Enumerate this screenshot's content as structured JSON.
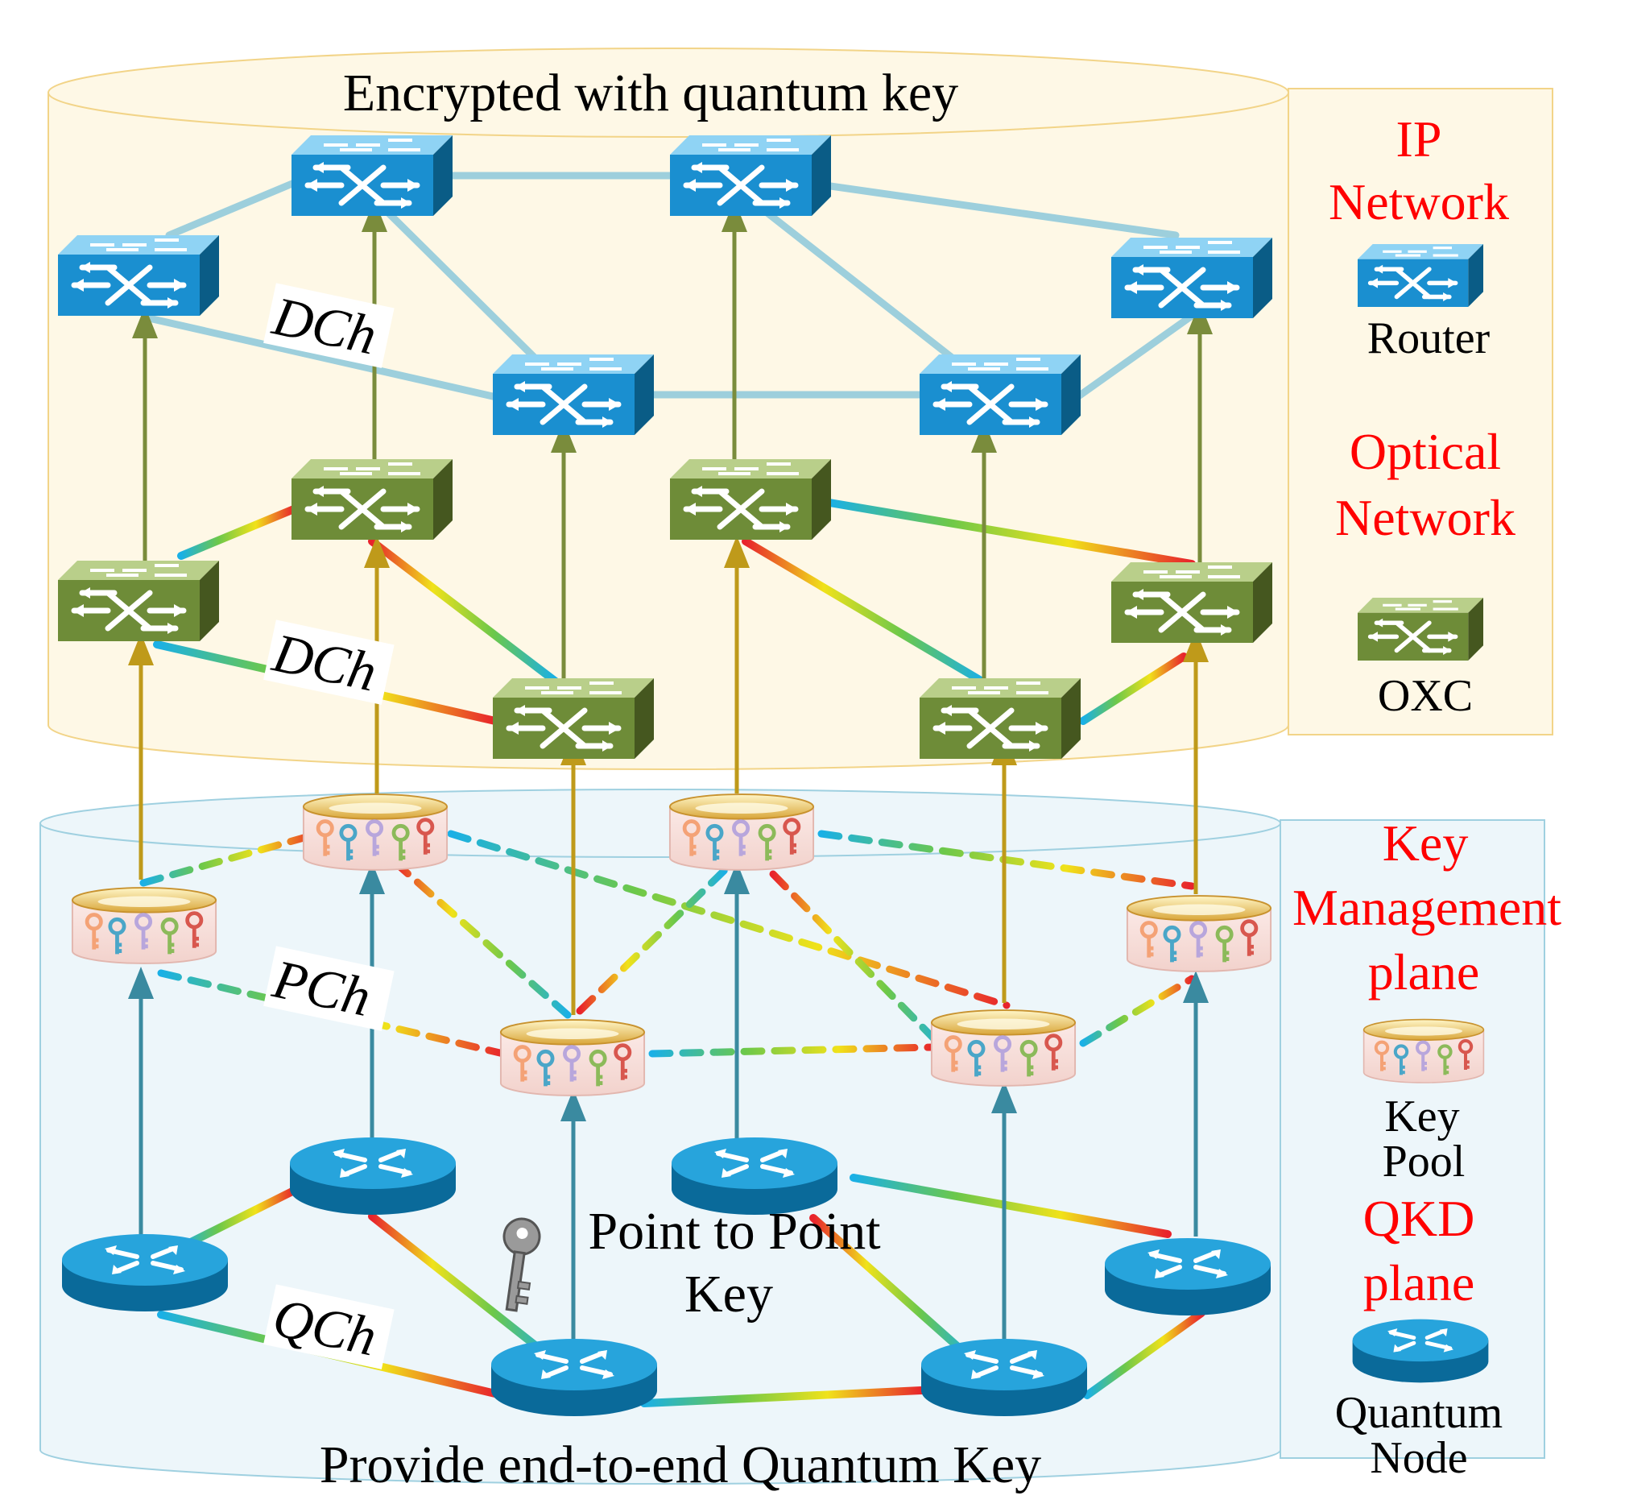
{
  "top_title": "Encrypted with quantum key",
  "bottom_title": "Provide end-to-end Quantum Key",
  "channel_labels": {
    "dch_ip": "DCh",
    "dch_opt": "DCh",
    "pch": "PCh",
    "qch": "QCh"
  },
  "p2p_key": {
    "line1": "Point to Point",
    "line2": "Key"
  },
  "legend": {
    "ip_network": {
      "line1": "IP",
      "line2": "Network",
      "item": "Router"
    },
    "optical_network": {
      "line1": "Optical",
      "line2": "Network",
      "item": "OXC"
    },
    "key_management": {
      "line1": "Key",
      "line2": "Management",
      "line3": "plane",
      "item1": "Key",
      "item2": "Pool"
    },
    "qkd": {
      "line1": "QKD",
      "line2": "plane",
      "item1": "Quantum",
      "item2": "Node"
    }
  },
  "colors": {
    "top_fill": "#fef8e6",
    "top_stroke": "#f2d488",
    "bottom_fill": "#edf6fa",
    "bottom_stroke": "#9fd0e0",
    "ip_link": "#9dcfdc",
    "arrow_gold": "#bf9a1a",
    "arrow_olive": "#7a8c3c",
    "arrow_teal": "#3a8aa0",
    "router": "#1a8fd0",
    "oxc": "#6e8c38",
    "legend_red": "#ff0000"
  }
}
